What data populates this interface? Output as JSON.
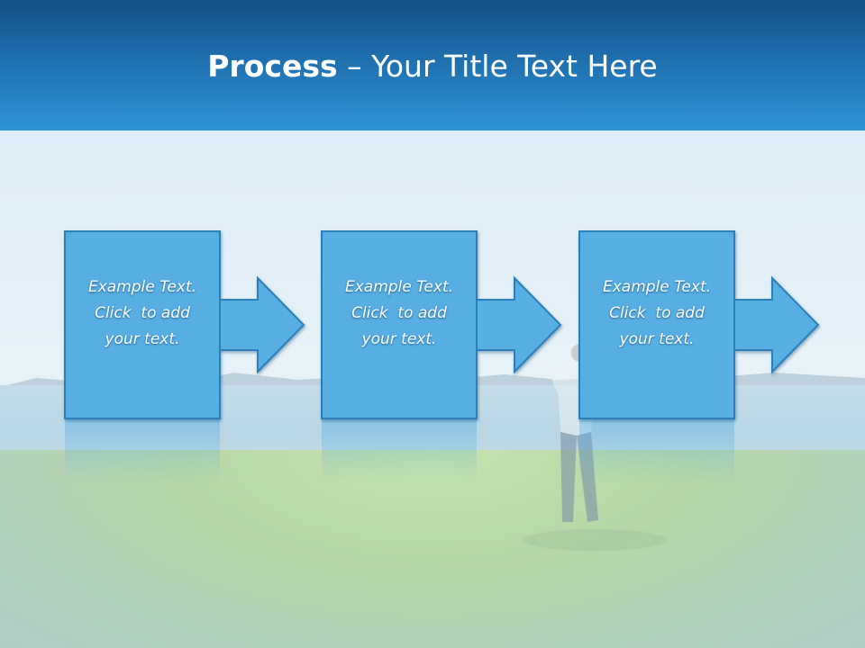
{
  "slide": {
    "title_bold": "Process",
    "title_separator": " – ",
    "title_rest": "Your Title Text Here"
  },
  "steps": [
    {
      "line1": "Example Text.",
      "line2": "Click  to add",
      "line3": "your text."
    },
    {
      "line1": "Example Text.",
      "line2": "Click  to add",
      "line3": "your text."
    },
    {
      "line1": "Example Text.",
      "line2": "Click  to add",
      "line3": "your text."
    }
  ],
  "colors": {
    "header_top": "#135086",
    "header_bottom": "#2f93d3",
    "box_fill": "#56aee3",
    "box_border": "#2f7fb8"
  }
}
